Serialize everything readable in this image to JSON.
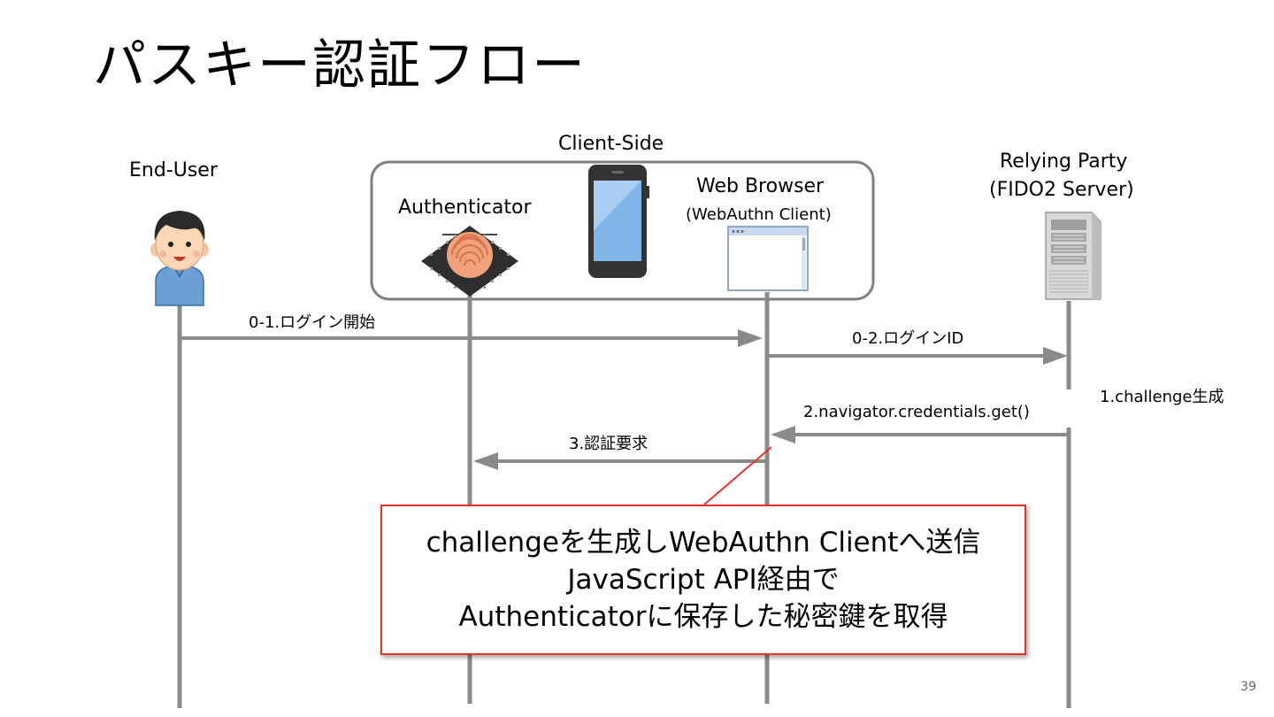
{
  "title": "パスキー認証フロー",
  "client_side_label": "Client-Side",
  "actors": {
    "end_user": "End-User",
    "authenticator": "Authenticator",
    "web_browser": "Web Browser",
    "web_browser_sub": "(WebAuthn Client)",
    "relying_party": "Relying Party",
    "relying_party_sub": "(FIDO2 Server)"
  },
  "messages": {
    "m01": "0-1.ログイン開始",
    "m02": "0-2.ログインID",
    "m1": "1.challenge生成",
    "m2": "2.navigator.credentials.get()",
    "m3": "3.認証要求"
  },
  "callout": {
    "line1": "challengeを生成しWebAuthn Clientへ送信",
    "line2": "JavaScript API経由で",
    "line3": "Authenticatorに保存した秘密鍵を取得"
  },
  "page_number": "39",
  "colors": {
    "lifeline": "#8a8a8a",
    "callout_border": "#e3342a",
    "phone": "#333333"
  },
  "icons": [
    "user-avatar-icon",
    "fingerprint-chip-icon",
    "smartphone-icon",
    "browser-window-icon",
    "server-tower-icon"
  ]
}
